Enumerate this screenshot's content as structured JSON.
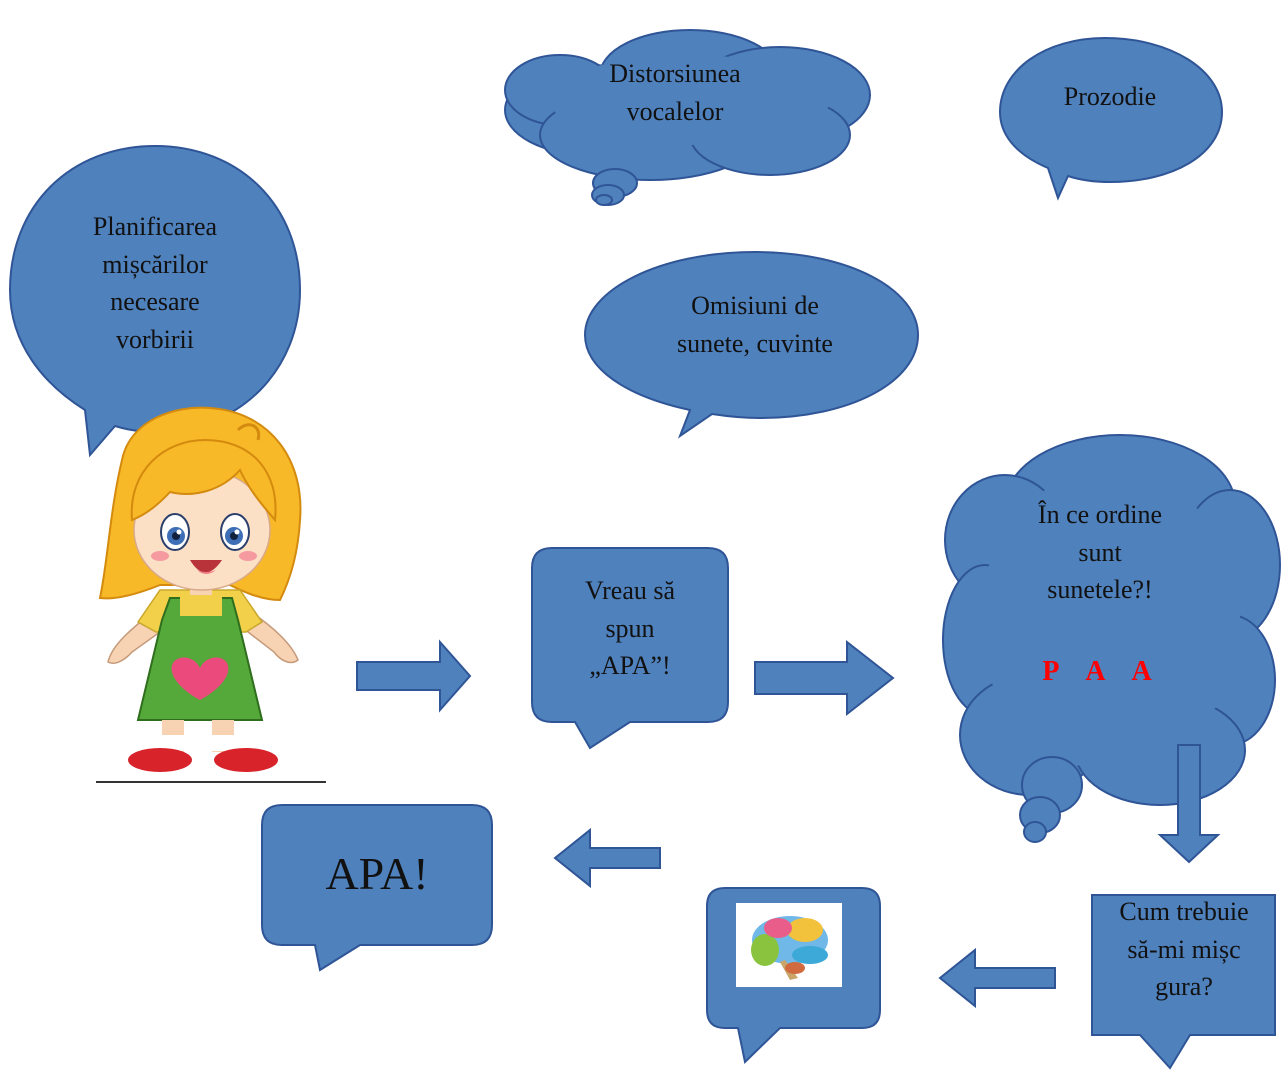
{
  "colors": {
    "bubble_fill": "#4f81bd",
    "bubble_stroke": "#2f5597",
    "text": "#111111",
    "highlight": "#ff0000"
  },
  "bubbles": {
    "distortion": {
      "lines": [
        "Distorsiunea",
        "vocalelor"
      ],
      "shape": "thought-cloud"
    },
    "prosody": {
      "lines": [
        "Prozodie"
      ],
      "shape": "oval-callout"
    },
    "planning": {
      "lines": [
        "Planificarea",
        "mișcărilor",
        "necesare",
        "vorbirii"
      ],
      "shape": "oval-callout"
    },
    "omissions": {
      "lines": [
        "Omisiuni de",
        "sunete, cuvinte"
      ],
      "shape": "oval-callout"
    },
    "want_to_say": {
      "lines": [
        "Vreau să",
        "spun",
        "„APA”!"
      ],
      "shape": "rounded-callout"
    },
    "order": {
      "lines": [
        "În ce ordine",
        "sunt",
        "sunetele?!"
      ],
      "highlight": "P  A  A",
      "shape": "thought-cloud"
    },
    "how_move": {
      "lines": [
        "Cum trebuie",
        "să-mi mișc",
        "gura?"
      ],
      "shape": "rect-callout"
    },
    "brain": {
      "image": "brain-icon",
      "shape": "rounded-callout"
    },
    "result": {
      "lines": [
        "APA!"
      ],
      "shape": "rounded-callout"
    }
  },
  "illustration": {
    "name": "girl-cartoon"
  },
  "arrows": [
    {
      "from": "girl",
      "to": "want_to_say",
      "direction": "right"
    },
    {
      "from": "want_to_say",
      "to": "order",
      "direction": "right"
    },
    {
      "from": "order",
      "to": "how_move",
      "direction": "down"
    },
    {
      "from": "how_move",
      "to": "brain",
      "direction": "left"
    },
    {
      "from": "brain",
      "to": "result",
      "direction": "left"
    }
  ]
}
